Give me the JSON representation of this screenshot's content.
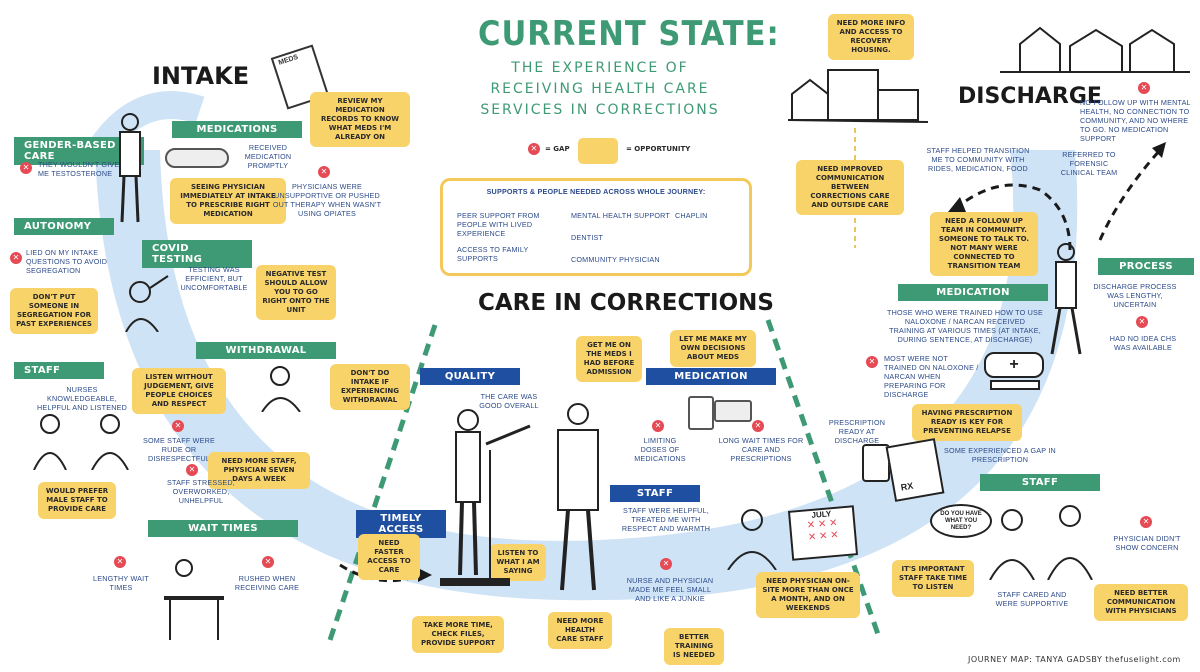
{
  "title": {
    "main": "CURRENT STATE:",
    "sub1": "THE EXPERIENCE OF",
    "sub2": "RECEIVING HEALTH CARE",
    "sub3": "SERVICES IN CORRECTIONS"
  },
  "legend": {
    "gap": "= GAP",
    "opportunity": "= OPPORTUNITY"
  },
  "supports": {
    "heading": "SUPPORTS & PEOPLE NEEDED ACROSS WHOLE JOURNEY:",
    "items": [
      "PEER SUPPORT FROM PEOPLE WITH LIVED EXPERIENCE",
      "ACCESS TO FAMILY SUPPORTS",
      "MENTAL HEALTH SUPPORT",
      "DENTIST",
      "COMMUNITY PHYSICIAN",
      "CHAPLIN"
    ]
  },
  "sections": {
    "intake": "INTAKE",
    "care": "CARE IN CORRECTIONS",
    "discharge": "DISCHARGE"
  },
  "intake": {
    "meds_paper": "MEDS",
    "gender": {
      "banner": "GENDER-BASED CARE",
      "gap": "THEY WOULDN'T GIVE ME TESTOSTERONE"
    },
    "medications": {
      "banner": "MEDICATIONS",
      "review_note": "REVIEW MY MEDICATION RECORDS TO KNOW WHAT MEDS I'M ALREADY ON",
      "received": "RECEIVED MEDICATION PROMPTLY",
      "seeing_note": "SEEING PHYSICIAN IMMEDIATELY AT INTAKE TO PRESCRIBE RIGHT MEDICATION",
      "gap": "PHYSICIANS WERE UNSUPPORTIVE OR PUSHED OUT THERAPY WHEN WASN'T USING OPIATES"
    },
    "autonomy": {
      "banner": "AUTONOMY",
      "gap": "LIED ON MY INTAKE QUESTIONS TO AVOID SEGREGATION",
      "note": "DON'T PUT SOMEONE IN SEGREGATION FOR PAST EXPERIENCES"
    },
    "covid": {
      "banner": "COVID TESTING",
      "text": "TESTING WAS EFFICIENT, BUT UNCOMFORTABLE",
      "note": "NEGATIVE TEST SHOULD ALLOW YOU TO GO RIGHT ONTO THE UNIT"
    },
    "withdrawal": {
      "banner": "WITHDRAWAL",
      "note": "DON'T DO INTAKE IF EXPERIENCING WITHDRAWAL"
    },
    "staff": {
      "banner": "STAFF",
      "text": "NURSES KNOWLEDGEABLE, HELPFUL AND LISTENED",
      "note1": "LISTEN WITHOUT JUDGEMENT, GIVE PEOPLE CHOICES AND RESPECT",
      "gap1": "SOME STAFF WERE RUDE OR DISRESPECTFUL",
      "note2": "NEED MORE STAFF, PHYSICIAN SEVEN DAYS A WEEK",
      "gap2": "STAFF STRESSED, OVERWORKED, UNHELPFUL",
      "note3": "WOULD PREFER MALE STAFF TO PROVIDE CARE"
    },
    "wait": {
      "banner": "WAIT TIMES",
      "gap1": "LENGTHY WAIT TIMES",
      "gap2": "RUSHED WHEN RECEIVING CARE"
    }
  },
  "care": {
    "quality": {
      "banner": "QUALITY",
      "text": "THE CARE WAS GOOD OVERALL"
    },
    "timely": {
      "banner": "TIMELY ACCESS",
      "note": "NEED FASTER ACCESS TO CARE"
    },
    "listen_note": "LISTEN TO WHAT I AM SAYING",
    "time_note": "TAKE MORE TIME, CHECK FILES, PROVIDE SUPPORT",
    "staff_note": "NEED MORE HEALTH CARE STAFF",
    "medication": {
      "banner": "MEDICATION",
      "note1": "GET ME ON THE MEDS I HAD BEFORE ADMISSION",
      "note2": "LET ME MAKE MY OWN DECISIONS ABOUT MEDS",
      "gap1": "LIMITING DOSES OF MEDICATIONS",
      "gap2": "LONG WAIT TIMES FOR CARE AND PRESCRIPTIONS"
    },
    "staff": {
      "banner": "STAFF",
      "text": "STAFF WERE HELPFUL, TREATED ME WITH RESPECT AND WARMTH",
      "gap": "NURSE AND PHYSICIAN MADE ME FEEL SMALL AND LIKE A JUNKIE",
      "note": "BETTER TRAINING IS NEEDED"
    },
    "calendar": "JULY",
    "physician_note": "NEED PHYSICIAN ON-SITE MORE THAN ONCE A MONTH, AND ON WEEKENDS"
  },
  "discharge": {
    "housing_note": "NEED MORE INFO AND ACCESS TO RECOVERY HOUSING.",
    "gap_followup": "NO FOLLOW UP WITH MENTAL HEALTH, NO CONNECTION TO COMMUNITY, AND NO WHERE TO GO. NO MEDICATION SUPPORT",
    "comm_note": "NEED IMPROVED COMMUNICATION BETWEEN CORRECTIONS CARE AND OUTSIDE CARE",
    "staff_helped": "STAFF HELPED TRANSITION ME TO COMMUNITY WITH RIDES, MEDICATION, FOOD",
    "forensic": "REFERRED TO FORENSIC CLINICAL TEAM",
    "team_note": "NEED A FOLLOW UP TEAM IN COMMUNITY. SOMEONE TO TALK TO. NOT MANY WERE CONNECTED TO TRANSITION TEAM",
    "process": {
      "banner": "PROCESS",
      "text": "DISCHARGE PROCESS WAS LENGTHY, UNCERTAIN",
      "gap": "HAD NO IDEA CHS WAS AVAILABLE"
    },
    "medication": {
      "banner": "MEDICATION",
      "text": "THOSE WHO WERE TRAINED HOW TO USE NALOXONE / NARCAN RECEIVED TRAINING AT VARIOUS TIMES (AT INTAKE, DURING SENTENCE, AT DISCHARGE)",
      "gap": "MOST WERE NOT TRAINED ON NALOXONE / NARCAN WHEN PREPARING FOR DISCHARGE"
    },
    "rx_text": "PRESCRIPTION READY AT DISCHARGE",
    "rx_note": "HAVING PRESCRIPTION READY IS KEY FOR PREVENTING RELAPSE",
    "rx_gap": "SOME EXPERIENCED A GAP IN PRESCRIPTION",
    "rx_label": "RX",
    "staff": {
      "banner": "STAFF",
      "bubble": "DO YOU HAVE WHAT YOU NEED?",
      "note1": "IT'S IMPORTANT STAFF TAKE TIME TO LISTEN",
      "text": "STAFF CARED AND WERE SUPPORTIVE",
      "gap": "PHYSICIAN DIDN'T SHOW CONCERN",
      "note2": "NEED BETTER COMMUNICATION WITH PHYSICIANS"
    }
  },
  "credit": "JOURNEY MAP: TANYA GADSBY thefuselight.com",
  "colors": {
    "teal": "#3e9a74",
    "navy": "#1f4fa0",
    "yellow": "#f8d36a",
    "red": "#e54a55",
    "arc": "#cfe3f6"
  }
}
